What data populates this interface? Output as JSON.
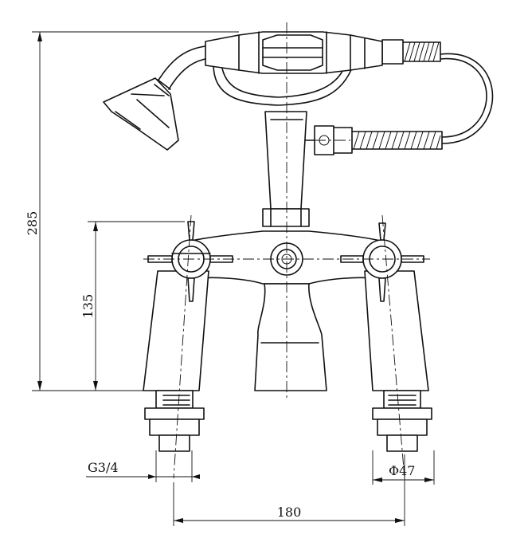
{
  "drawing": {
    "dimensions": {
      "height_total": "285",
      "height_body": "135",
      "thread": "G3/4",
      "centers": "180",
      "diameter": "Φ47"
    }
  }
}
